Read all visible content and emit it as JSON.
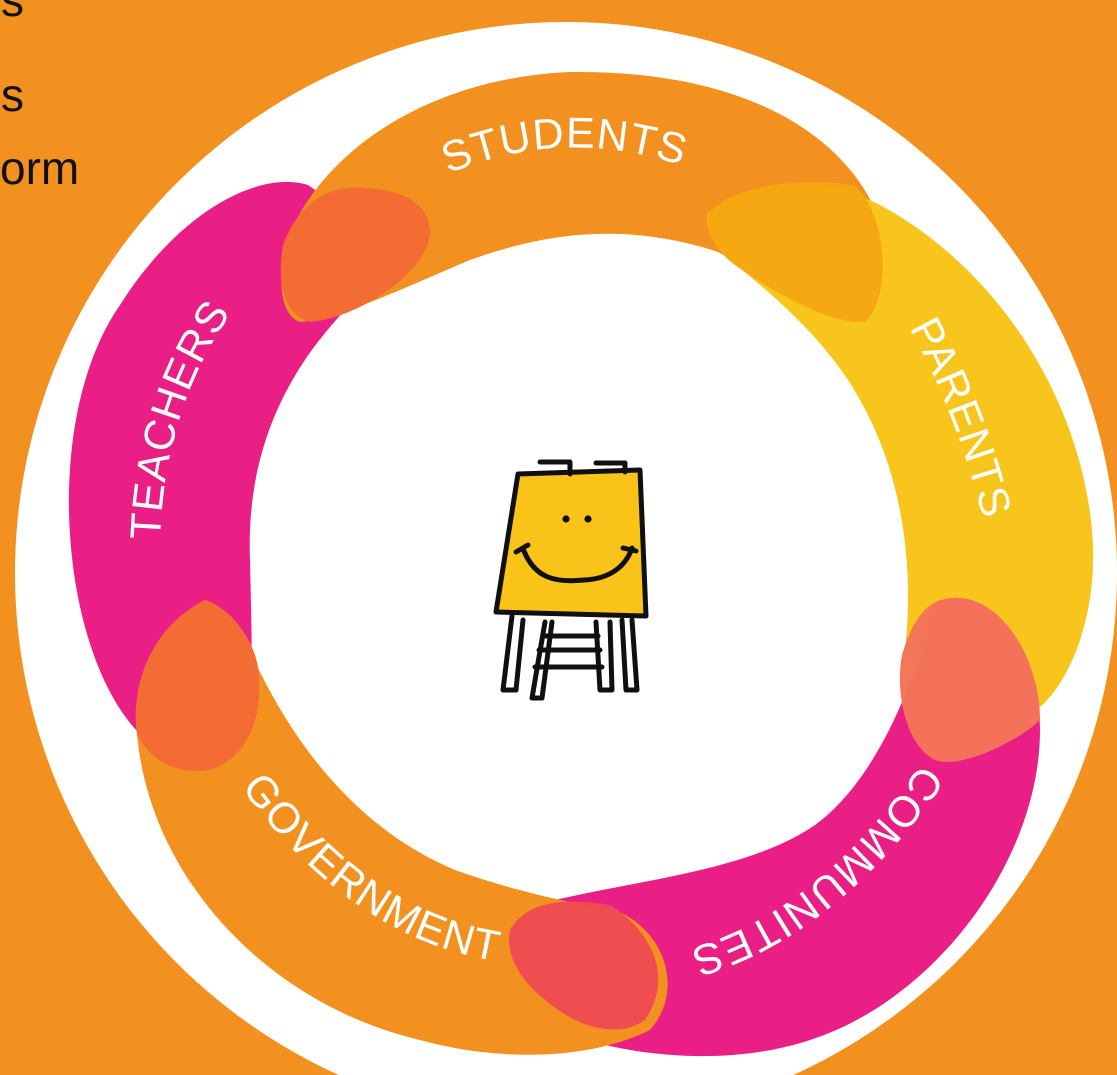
{
  "page": {
    "background": "#f39120"
  },
  "text_fragments": [
    "s",
    "s",
    "orm"
  ],
  "diagram": {
    "ring_color": "#ffffff",
    "center_icon": "smiling-easel-icon",
    "segments": [
      {
        "label": "STUDENTS",
        "color": "#f39120"
      },
      {
        "label": "PARENTS",
        "color": "#f8c51c"
      },
      {
        "label": "COMMUNITES",
        "color": "#ea1f86"
      },
      {
        "label": "GOVERNMENT",
        "color": "#f39120"
      },
      {
        "label": "TEACHERS",
        "color": "#ea1f86"
      }
    ]
  }
}
